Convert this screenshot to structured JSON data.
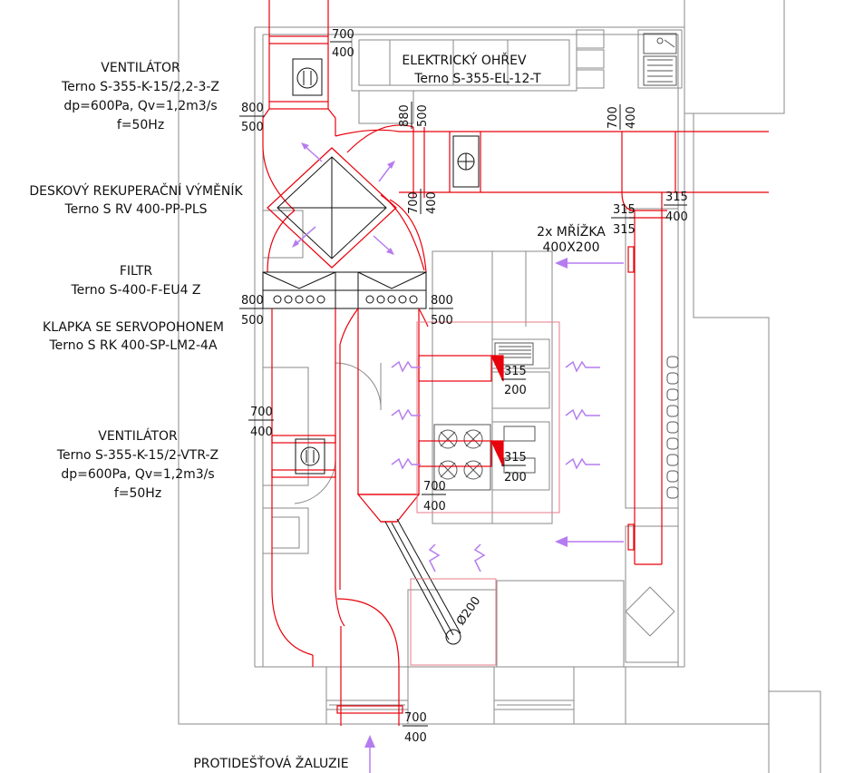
{
  "colors": {
    "duct": "#e8000b",
    "walls": "#8a8a8a",
    "airflow": "#b57cf0",
    "hood": "#e77b88",
    "text": "#111111"
  },
  "components": {
    "fan_top": {
      "title": "VENTILÁTOR",
      "model": "Terno S-355-K-15/2,2-3-Z",
      "params": "dp=600Pa, Qv=1,2m3/s",
      "freq": "f=50Hz"
    },
    "recuperator": {
      "title": "DESKOVÝ REKUPERAČNÍ VÝMĚNÍK",
      "model": "Terno S RV 400-PP-PLS"
    },
    "filter": {
      "title": "FILTR",
      "model": "Terno S-400-F-EU4 Z"
    },
    "damper": {
      "title": "KLAPKA SE SERVOPOHONEM",
      "model": "Terno S RK 400-SP-LM2-4A"
    },
    "fan_bottom": {
      "title": "VENTILÁTOR",
      "model": "Terno S-355-K-15/2-VTR-Z",
      "params": "dp=600Pa, Qv=1,2m3/s",
      "freq": "f=50Hz"
    },
    "heater": {
      "title": "ELEKTRICKÝ OHŘEV",
      "model": "Terno S-355-EL-12-T"
    },
    "grille": {
      "title": "2x MŘÍŽKA",
      "size": "400X200"
    },
    "louvre": {
      "title": "PROTIDEŠŤOVÁ ŽALUZIE"
    }
  },
  "dimensions": {
    "d700_400_top": [
      "700",
      "400"
    ],
    "d800_500_left_top": [
      "800",
      "500"
    ],
    "d880_500_vertical": [
      "880",
      "500"
    ],
    "d700_400_vert_right": [
      "700",
      "400"
    ],
    "d700_400_vert_mid": [
      "700",
      "400"
    ],
    "d315_315": [
      "315",
      "315"
    ],
    "d315_400": [
      "315",
      "400"
    ],
    "d800_500_filter_left": [
      "800",
      "500"
    ],
    "d800_500_filter_right": [
      "800",
      "500"
    ],
    "d700_400_fan": [
      "700",
      "400"
    ],
    "d315_200_a": [
      "315",
      "200"
    ],
    "d315_200_b": [
      "315",
      "200"
    ],
    "d700_400_hood": [
      "700",
      "400"
    ],
    "d700_400_bottom": [
      "700",
      "400"
    ],
    "round_duct": "Ø200"
  }
}
